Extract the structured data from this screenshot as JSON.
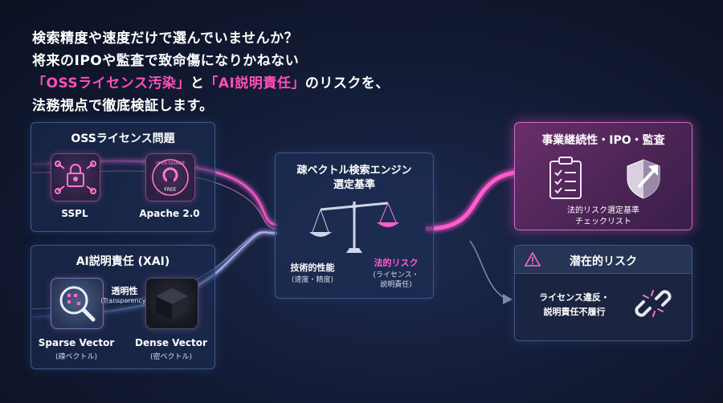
{
  "headline": {
    "line1": "検索精度や速度だけで選んでいませんか？",
    "line2": "将来のIPOや監査で致命傷になりかねない",
    "line3_oss": "「OSSライセンス汚染」",
    "line3_mid": "と",
    "line3_ai": "「AI説明責任」",
    "line3_end": "のリスクを、",
    "line4": "法務視点で徹底検証します。"
  },
  "oss_panel": {
    "title": "OSSライセンス問題",
    "sspl_label": "SSPL",
    "apache_label": "Apache 2.0",
    "badge_top": "OPEN SOURCE",
    "badge_bottom": "FREE"
  },
  "ai_panel": {
    "title": "AI説明責任 (XAI)",
    "transparency": "透明性",
    "transparency_en": "(Transparency)",
    "sparse_label": "Sparse Vector",
    "sparse_sub": "(疎ベクトル)",
    "dense_label": "Dense Vector",
    "dense_sub": "(密ベクトル)"
  },
  "center_panel": {
    "title_line1": "疎ベクトル検索エンジン",
    "title_line2": "選定基準",
    "left_label": "技術的性能",
    "left_sub": "(速度・精度)",
    "right_label": "法的リスク",
    "right_sub1": "(ライセンス・",
    "right_sub2": "説明責任)"
  },
  "business_panel": {
    "title": "事業継続性・IPO・監査",
    "caption1": "法的リスク選定基準",
    "caption2": "チェックリスト"
  },
  "risk_panel": {
    "title": "潜在的リスク",
    "text1": "ライセンス違反・",
    "text2": "説明責任不履行"
  },
  "colors": {
    "pink": "#ff4fb8",
    "blue": "#5b8fd6",
    "magenta_panel": "#5a2a5e"
  }
}
